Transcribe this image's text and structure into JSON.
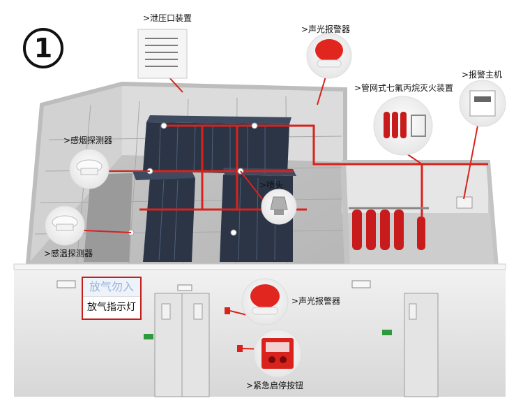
{
  "step_number": "1",
  "labels": {
    "vent": ">泄压口装置",
    "alarm_top": ">声光报警器",
    "pipe_system": ">管网式七氟丙烷灭火装置",
    "alarm_host": ">报警主机",
    "smoke_detector": ">感烟探测器",
    "nozzle": ">喷头",
    "heat_detector": ">感温探测器",
    "alarm_bottom": ">声光报警器",
    "emergency_button": ">紧急启停按钮"
  },
  "sign": {
    "top": "放气勿入",
    "bottom": "放气指示灯"
  },
  "colors": {
    "pipe_red": "#d9221c",
    "wall": "#e9e9e9",
    "floor": "#cfcfcf",
    "rack": "#2b3546",
    "callout_line": "#d9221c"
  }
}
